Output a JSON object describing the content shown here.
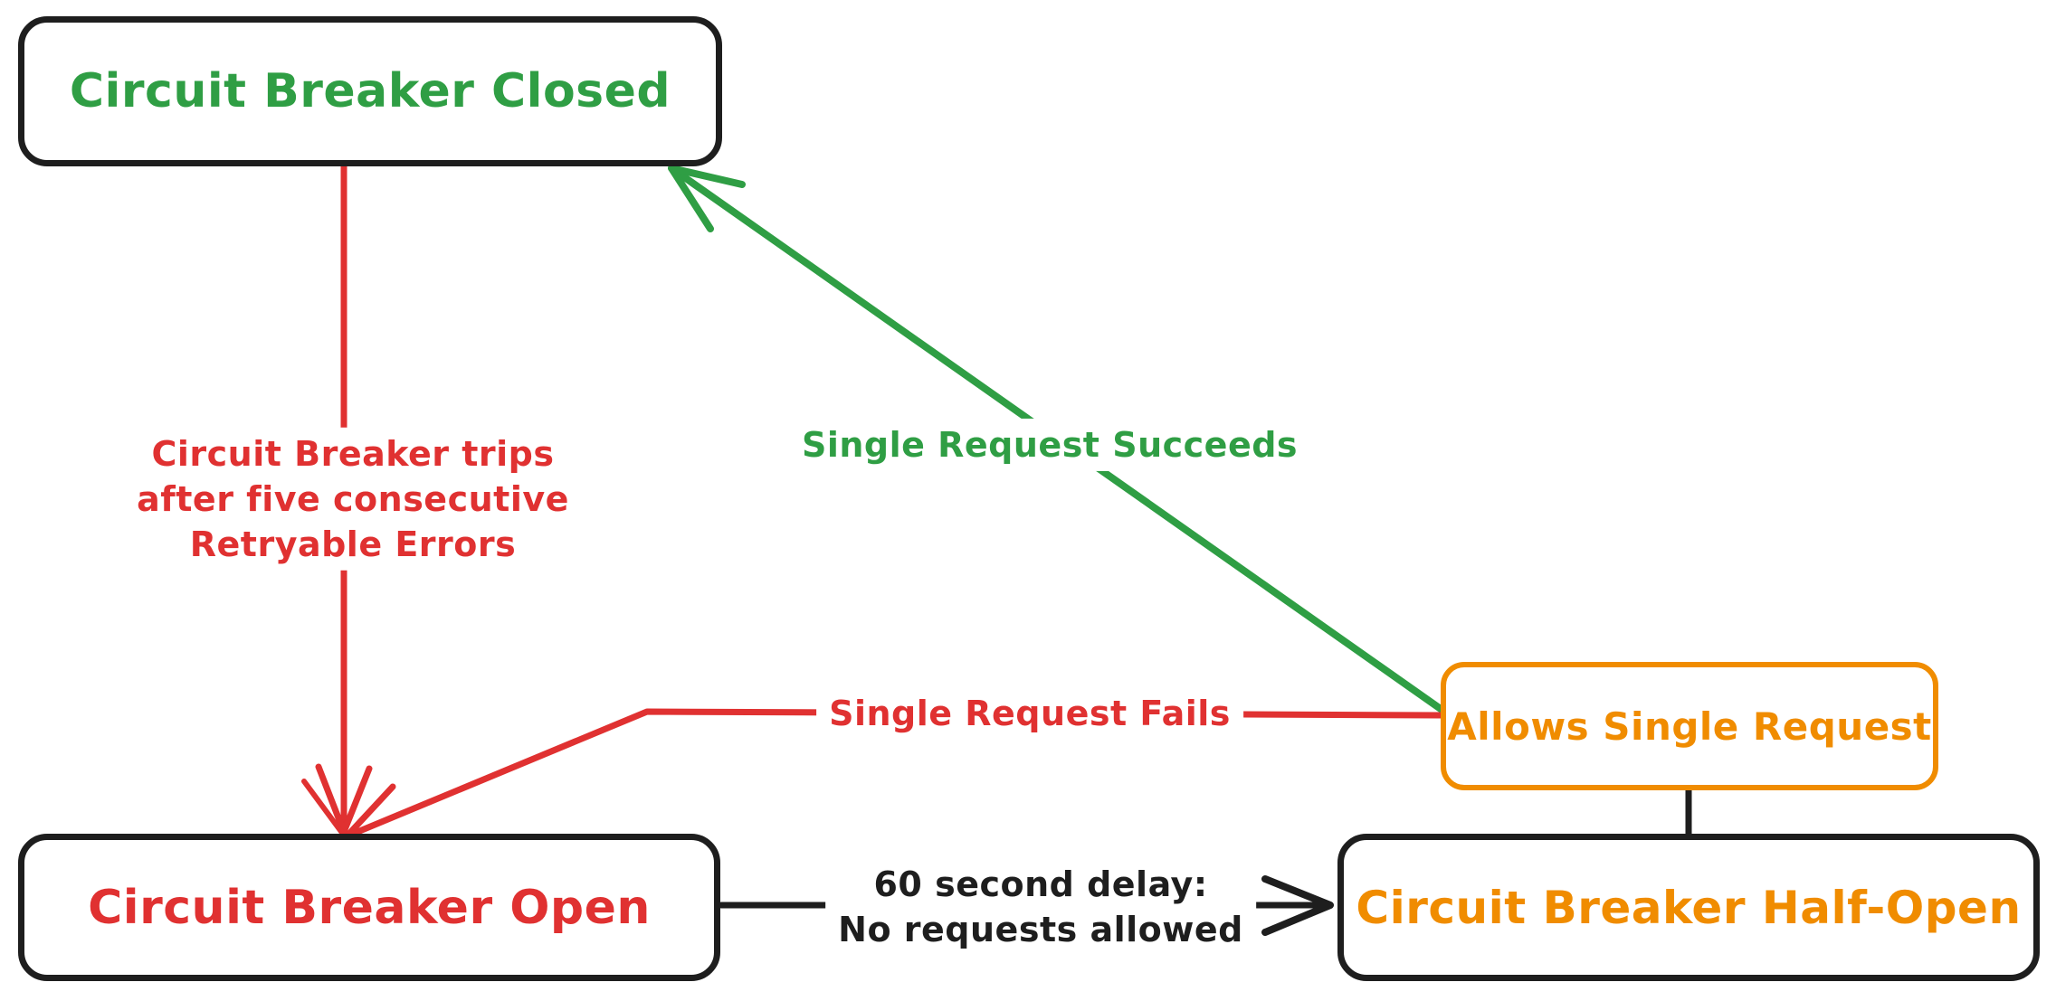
{
  "nodes": {
    "closed": {
      "label": "Circuit Breaker Closed",
      "text_color": "#2f9e44",
      "border_color": "#1e1e1e"
    },
    "open": {
      "label": "Circuit Breaker Open",
      "text_color": "#e03131",
      "border_color": "#1e1e1e"
    },
    "half_open": {
      "label": "Circuit Breaker Half-Open",
      "text_color": "#f08c00",
      "border_color": "#1e1e1e"
    },
    "allows_single_request": {
      "label": "Allows Single Request",
      "text_color": "#f08c00",
      "border_color": "#f08c00"
    }
  },
  "edges": {
    "trip": {
      "from": "closed",
      "to": "open",
      "color": "#e03131",
      "lines": [
        "Circuit Breaker trips",
        "after five consecutive",
        "Retryable Errors"
      ]
    },
    "single_request_succeeds": {
      "from": "allows_single_request",
      "to": "closed",
      "color": "#2f9e44",
      "label": "Single Request Succeeds"
    },
    "single_request_fails": {
      "from": "allows_single_request",
      "to": "open",
      "color": "#e03131",
      "label": "Single Request Fails"
    },
    "delay": {
      "from": "open",
      "to": "half_open",
      "color": "#1e1e1e",
      "lines": [
        "60 second delay:",
        "No requests allowed"
      ]
    },
    "half_open_to_allows": {
      "from": "half_open",
      "to": "allows_single_request",
      "color": "#1e1e1e",
      "label": ""
    }
  },
  "colors": {
    "background": "#ffffff",
    "green": "#2f9e44",
    "red": "#e03131",
    "orange": "#f08c00",
    "black": "#1e1e1e"
  }
}
